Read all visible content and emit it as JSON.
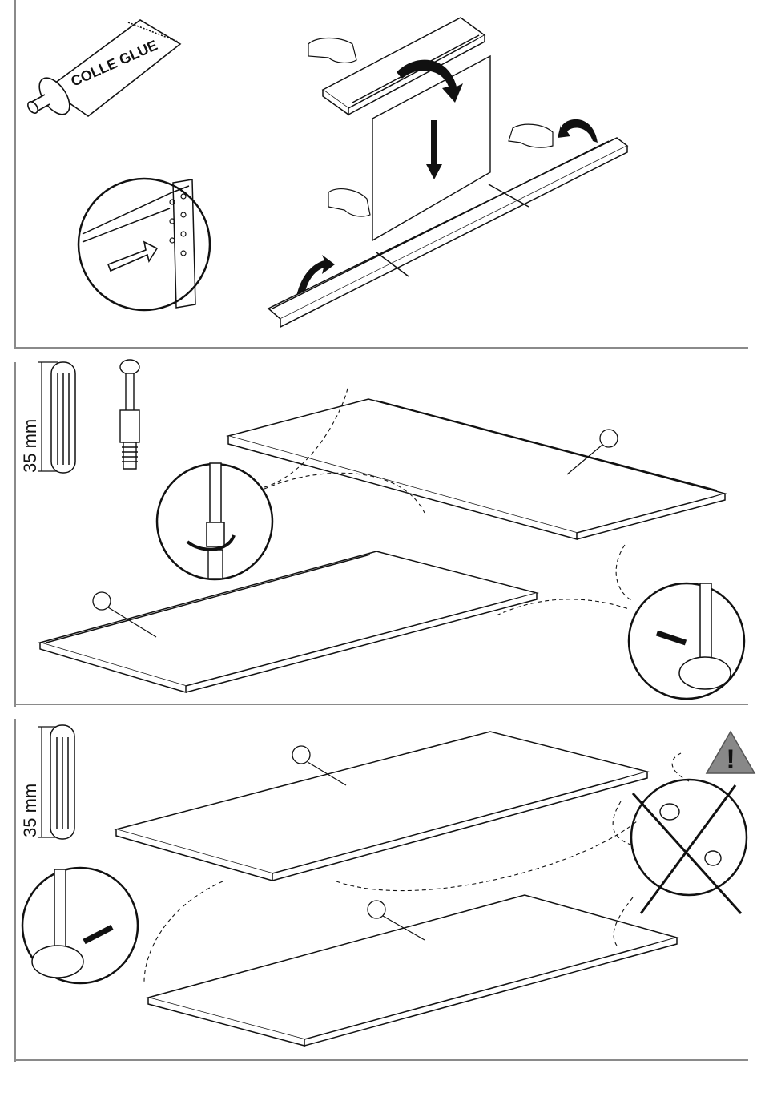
{
  "glue_label": "COLLE GLUE",
  "dowel_length_label": "35 mm",
  "dowel_length_label_2": "35 mm",
  "warning_symbol": "!"
}
